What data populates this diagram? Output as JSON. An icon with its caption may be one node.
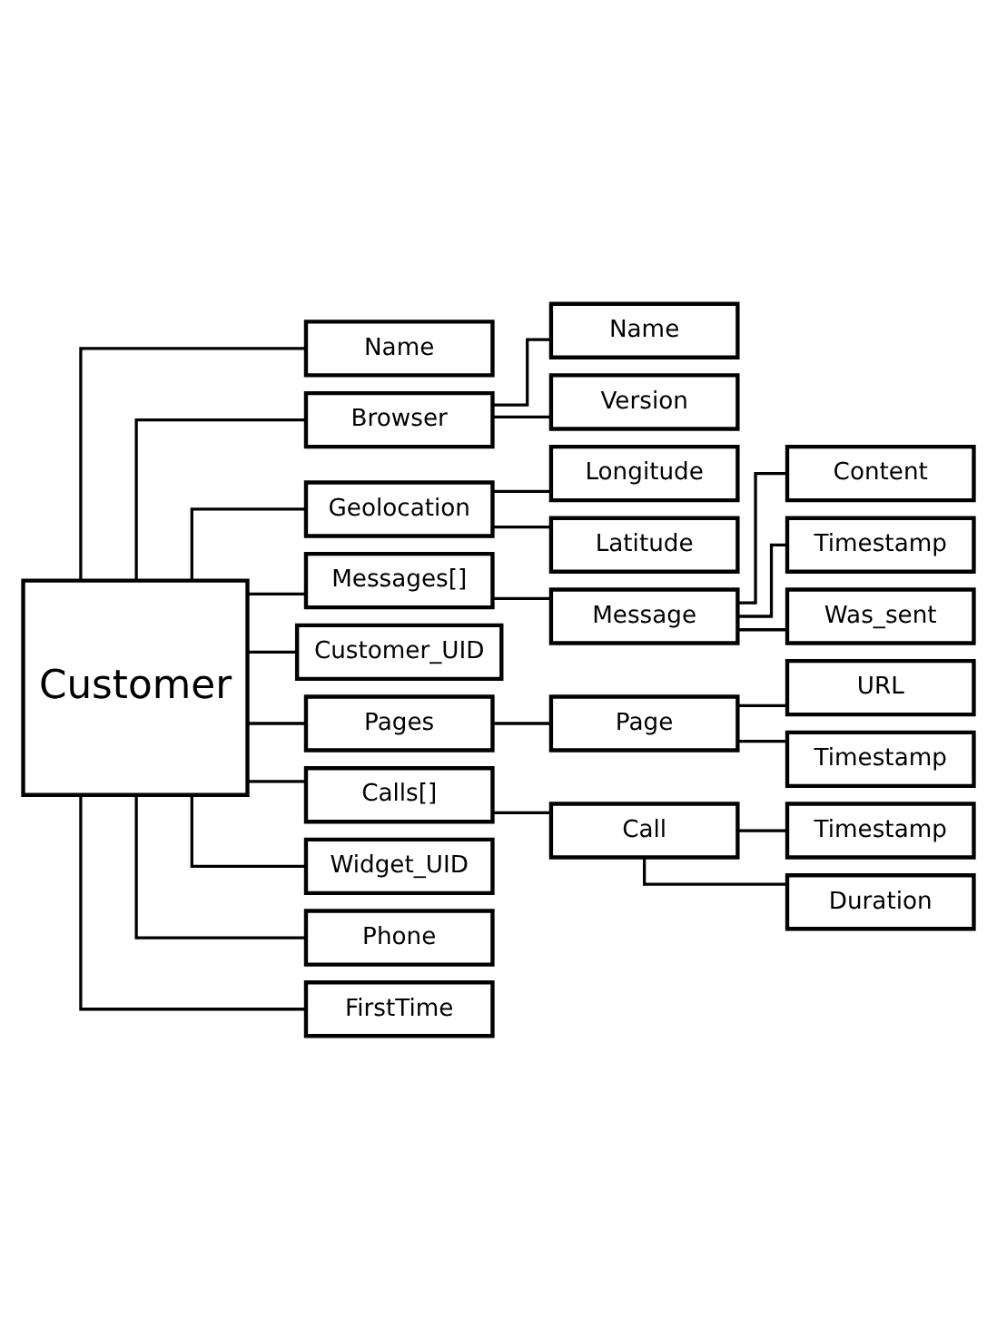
{
  "diagram": {
    "nodes": [
      {
        "text": [
          "Customer"
        ]
      },
      {
        "text": [
          "Name"
        ]
      },
      {
        "text": [
          "Browser"
        ]
      },
      {
        "text": [
          "Name"
        ]
      },
      {
        "text": [
          "Version"
        ]
      },
      {
        "text": [
          "Geolocation"
        ]
      },
      {
        "text": [
          "Longitude"
        ]
      },
      {
        "text": [
          "Latitude"
        ]
      },
      {
        "text": [
          "Messages[]"
        ]
      },
      {
        "text": [
          "Message"
        ]
      },
      {
        "text": [
          "Content"
        ]
      },
      {
        "text": [
          "Timestamp"
        ]
      },
      {
        "text": [
          "Was_sent"
        ]
      },
      {
        "text": [
          "Customer_UID"
        ]
      },
      {
        "text": [
          "Pages"
        ]
      },
      {
        "text": [
          "Page"
        ]
      },
      {
        "text": [
          "URL"
        ]
      },
      {
        "text": [
          "Timestamp"
        ]
      },
      {
        "text": [
          "Calls[]"
        ]
      },
      {
        "text": [
          "Call"
        ]
      },
      {
        "text": [
          "Timestamp"
        ]
      },
      {
        "text": [
          "Duration"
        ]
      },
      {
        "text": [
          "Widget_UID"
        ]
      },
      {
        "text": [
          "Phone"
        ]
      },
      {
        "text": [
          "FirstTime"
        ]
      }
    ],
    "edges": [
      {
        "from": 0,
        "to": 1,
        "arrow": "none"
      },
      {
        "from": 0,
        "to": 2,
        "arrow": "none"
      },
      {
        "from": 2,
        "to": 3,
        "arrow": "none"
      },
      {
        "from": 2,
        "to": 4,
        "arrow": "none"
      },
      {
        "from": 0,
        "to": 5,
        "arrow": "none"
      },
      {
        "from": 5,
        "to": 6,
        "arrow": "none"
      },
      {
        "from": 5,
        "to": 7,
        "arrow": "none"
      },
      {
        "from": 0,
        "to": 8,
        "arrow": "none"
      },
      {
        "from": 8,
        "to": 9,
        "arrow": "none"
      },
      {
        "from": 9,
        "to": 10,
        "arrow": "none"
      },
      {
        "from": 9,
        "to": 11,
        "arrow": "none"
      },
      {
        "from": 9,
        "to": 12,
        "arrow": "none"
      },
      {
        "from": 0,
        "to": 13,
        "arrow": "none"
      },
      {
        "from": 0,
        "to": 14,
        "arrow": "none"
      },
      {
        "from": 14,
        "to": 15,
        "arrow": "none"
      },
      {
        "from": 15,
        "to": 16,
        "arrow": "none"
      },
      {
        "from": 15,
        "to": 17,
        "arrow": "none"
      },
      {
        "from": 0,
        "to": 18,
        "arrow": "none"
      },
      {
        "from": 18,
        "to": 19,
        "arrow": "none"
      },
      {
        "from": 19,
        "to": 20,
        "arrow": "none"
      },
      {
        "from": 19,
        "to": 21,
        "arrow": "none"
      },
      {
        "from": 0,
        "to": 22,
        "arrow": "none"
      },
      {
        "from": 0,
        "to": 23,
        "arrow": "none"
      },
      {
        "from": 0,
        "to": 24,
        "arrow": "none"
      }
    ]
  }
}
